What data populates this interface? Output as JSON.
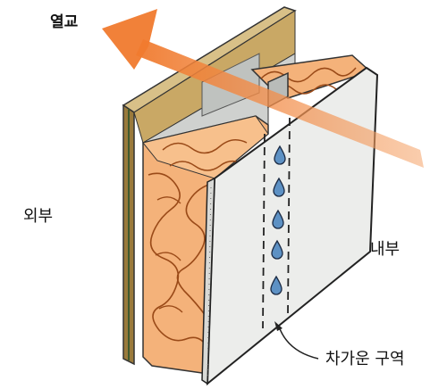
{
  "labels": {
    "thermal_bridge": "열교",
    "exterior": "외부",
    "interior": "내부",
    "cold_zone": "차가운 구역"
  },
  "icons": [
    "heat-loss-arrow-icon",
    "water-droplet-icon",
    "pointer-arrow-icon"
  ],
  "colors": {
    "arrow": "#f07a2e",
    "insulation": "#f4b27a",
    "insulation_line": "#9a4a18",
    "drywall": "#ecedeb",
    "sheathing": "#9a7a3c",
    "stud_gap": "#cfd1cf",
    "droplet": "#5d91c4"
  },
  "droplet_count": 5
}
